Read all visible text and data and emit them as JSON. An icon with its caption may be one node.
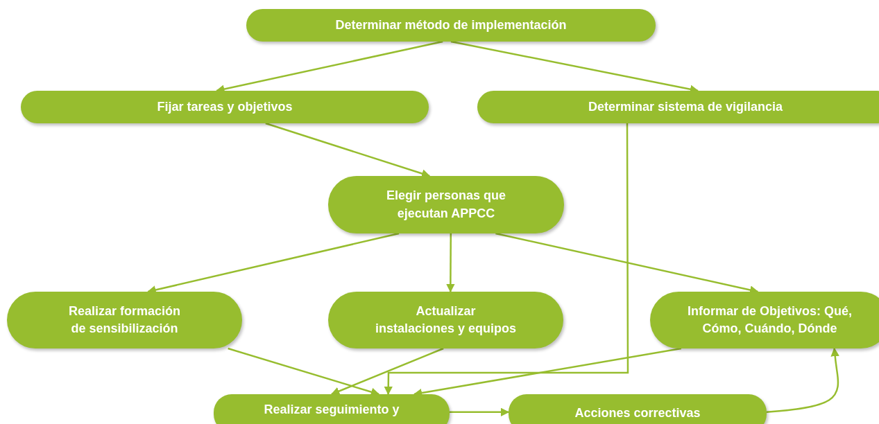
{
  "diagram": {
    "nodes": [
      {
        "text": [
          "Determinar método de implementación"
        ]
      },
      {
        "text": [
          "Fijar tareas y objetivos"
        ]
      },
      {
        "text": [
          "Determinar sistema de vigilancia"
        ]
      },
      {
        "text": [
          "Elegir personas que ejecutan APPCC"
        ]
      },
      {
        "text": [
          "Realizar formación de sensibilización"
        ]
      },
      {
        "text": [
          "Actualizar instalaciones y equipos"
        ]
      },
      {
        "text": [
          "Informar de Objetivos: Qué, Cómo, Cuándo, Dónde"
        ]
      },
      {
        "text": [
          "Realizar seguimiento y"
        ]
      },
      {
        "text": [
          "Acciones correctivas"
        ]
      }
    ],
    "edges": [
      {
        "from": 0,
        "to": 1,
        "arrow": "to"
      },
      {
        "from": 0,
        "to": 2,
        "arrow": "to"
      },
      {
        "from": 1,
        "to": 3,
        "arrow": "to"
      },
      {
        "from": 3,
        "to": 4,
        "arrow": "to"
      },
      {
        "from": 3,
        "to": 5,
        "arrow": "to"
      },
      {
        "from": 3,
        "to": 6,
        "arrow": "to"
      },
      {
        "from": 4,
        "to": 7,
        "arrow": "to"
      },
      {
        "from": 5,
        "to": 7,
        "arrow": "to"
      },
      {
        "from": 6,
        "to": 7,
        "arrow": "to"
      },
      {
        "from": 2,
        "to": 7,
        "arrow": "to"
      },
      {
        "from": 7,
        "to": 8,
        "arrow": "to"
      },
      {
        "from": 8,
        "to": 6,
        "arrow": "to"
      }
    ]
  }
}
